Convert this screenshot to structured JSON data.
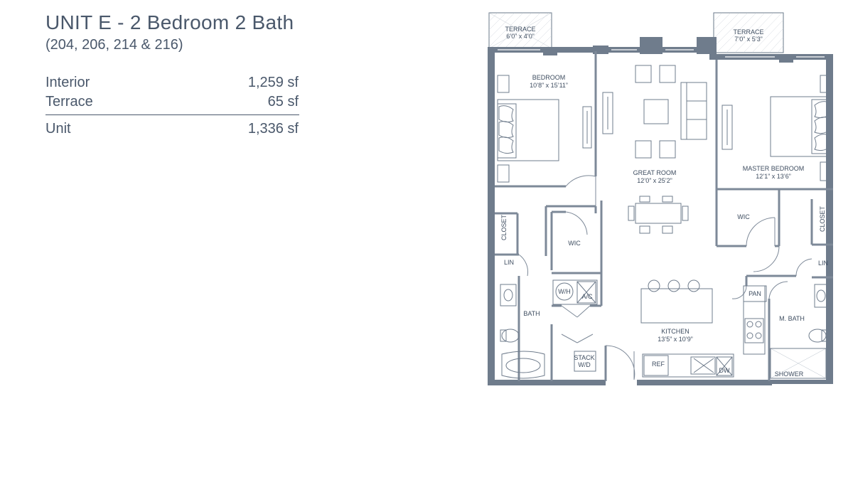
{
  "header": {
    "title": "UNIT E - 2 Bedroom 2 Bath",
    "subtitle": "(204, 206, 214 & 216)"
  },
  "areas": [
    {
      "label": "Interior",
      "value": "1,259 sf"
    },
    {
      "label": "Terrace",
      "value": "65 sf"
    },
    {
      "label": "Unit",
      "value": "1,336 sf"
    }
  ],
  "plan": {
    "terrace_left": {
      "name": "TERRACE",
      "dims": "6’0” x 4’0”"
    },
    "terrace_right": {
      "name": "TERRACE",
      "dims": "7’0” x 5’3”"
    },
    "bedroom": {
      "name": "BEDROOM",
      "dims": "10’8” x 15’11”"
    },
    "great_room": {
      "name": "GREAT ROOM",
      "dims": "12’0” x 25’2”"
    },
    "master_bedroom": {
      "name": "MASTER BEDROOM",
      "dims": "12’1” x 13’6”"
    },
    "kitchen": {
      "name": "KITCHEN",
      "dims": "13’5” x 10’9”"
    },
    "closet_left": "CLOSET",
    "closet_right": "CLOSET",
    "wic_left": "WIC",
    "wic_right": "WIC",
    "lin_left": "LIN",
    "lin_right": "LIN",
    "bath": "BATH",
    "m_bath": "M. BATH",
    "wh": "W/H",
    "ac": "A/C",
    "stack_1": "STACK",
    "stack_2": "W/D",
    "pan": "PAN",
    "ref": "REF",
    "dw": "DW",
    "shower": "SHOWER"
  }
}
